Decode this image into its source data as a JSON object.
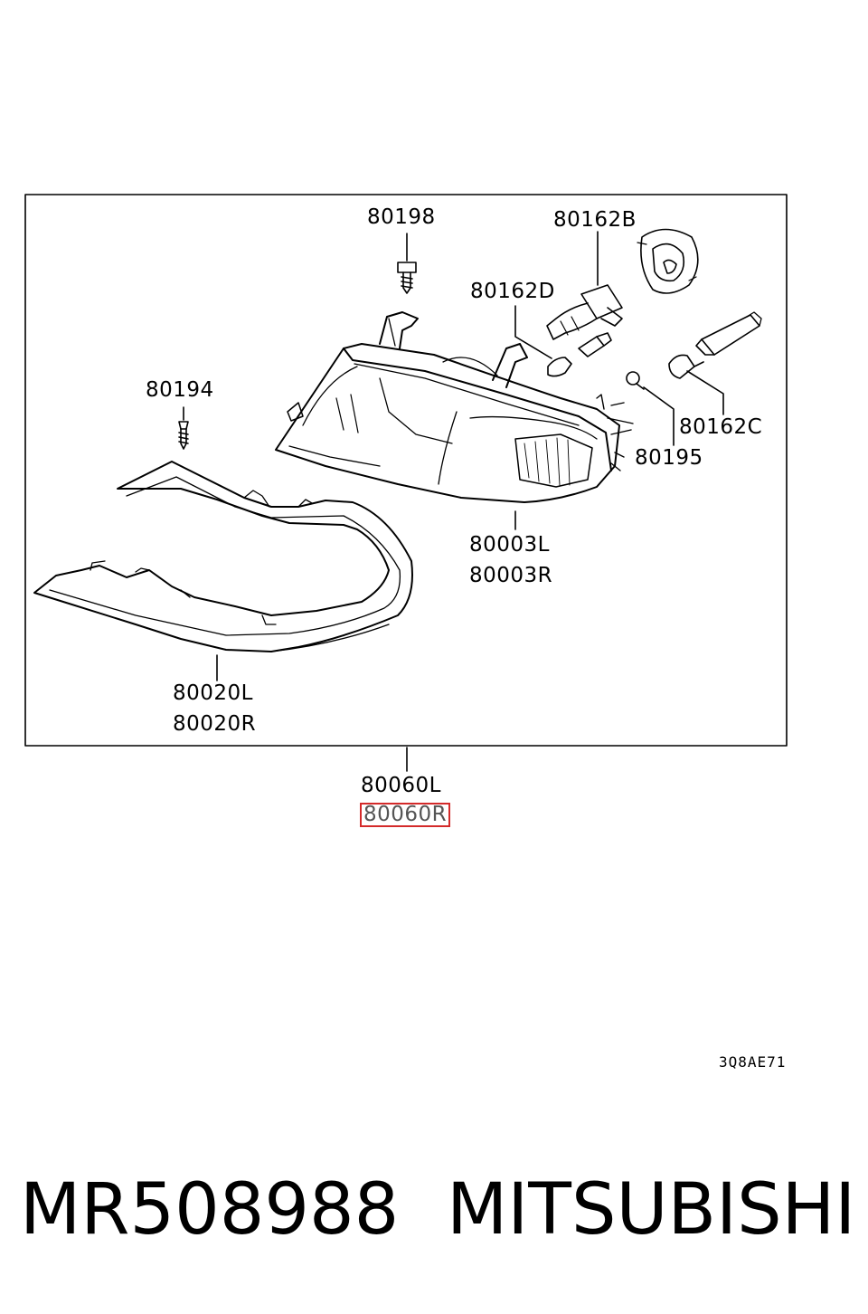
{
  "diagram": {
    "part_labels": {
      "p80198": "80198",
      "p80162B": "80162B",
      "p80162D": "80162D",
      "p80194": "80194",
      "p80162C": "80162C",
      "p80195": "80195",
      "p80003L": "80003L",
      "p80003R": "80003R",
      "p80020L": "80020L",
      "p80020R": "80020R",
      "p80060L": "80060L",
      "p80060R": "80060R"
    },
    "highlighted_part": "80060R",
    "highlight_color": "#d42a2a",
    "drawing_code": "3Q8AE71"
  },
  "footer": {
    "part_number": "MR508988",
    "brand": "MITSUBISHI"
  }
}
